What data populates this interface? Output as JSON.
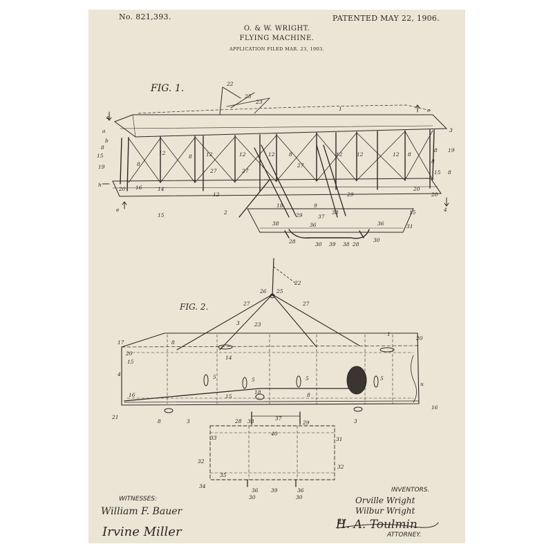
{
  "header": {
    "patent_no": "No. 821,393.",
    "patented": "PATENTED MAY 22, 1906.",
    "inventors_names": "O. & W. WRIGHT.",
    "title": "FLYING MACHINE.",
    "filed": "APPLICATION FILED MAR. 23, 1903."
  },
  "figures": {
    "fig1_label": "FIG. 1.",
    "fig2_label": "FIG. 2."
  },
  "signatures": {
    "witnesses_label": "WITNESSES:",
    "witness_1": "William F. Bauer",
    "witness_2": "Irvine Miller",
    "inventors_label": "INVENTORS.",
    "inventor_1": "Orville Wright",
    "inventor_2": "Wilbur Wright",
    "by_label": "BY",
    "attorney_signature": "H. A. Toulmin",
    "attorney_label": "ATTORNEY."
  },
  "colors": {
    "paper": "#ece5d6",
    "ink": "#2a2622",
    "frame": "#ffffff"
  }
}
